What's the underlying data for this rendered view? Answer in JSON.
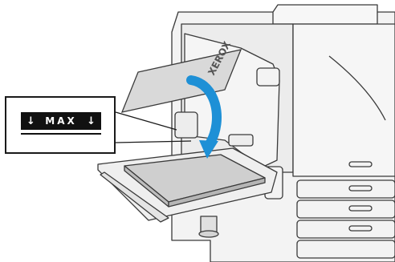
{
  "illustration": {
    "subject": "printer-bypass-tray-loading",
    "callout": {
      "label": "MAX",
      "left_icon": "arrow-down-icon",
      "right_icon": "arrow-down-icon"
    },
    "sheet_text": "XEROX",
    "colors": {
      "arrow": "#1e90d6",
      "outline": "#3a3a3a",
      "paper": "#d8d8d8",
      "paper_stack": "#c9c9c9",
      "printer_body": "#f2f2f2",
      "callout_bar": "#111111"
    }
  }
}
